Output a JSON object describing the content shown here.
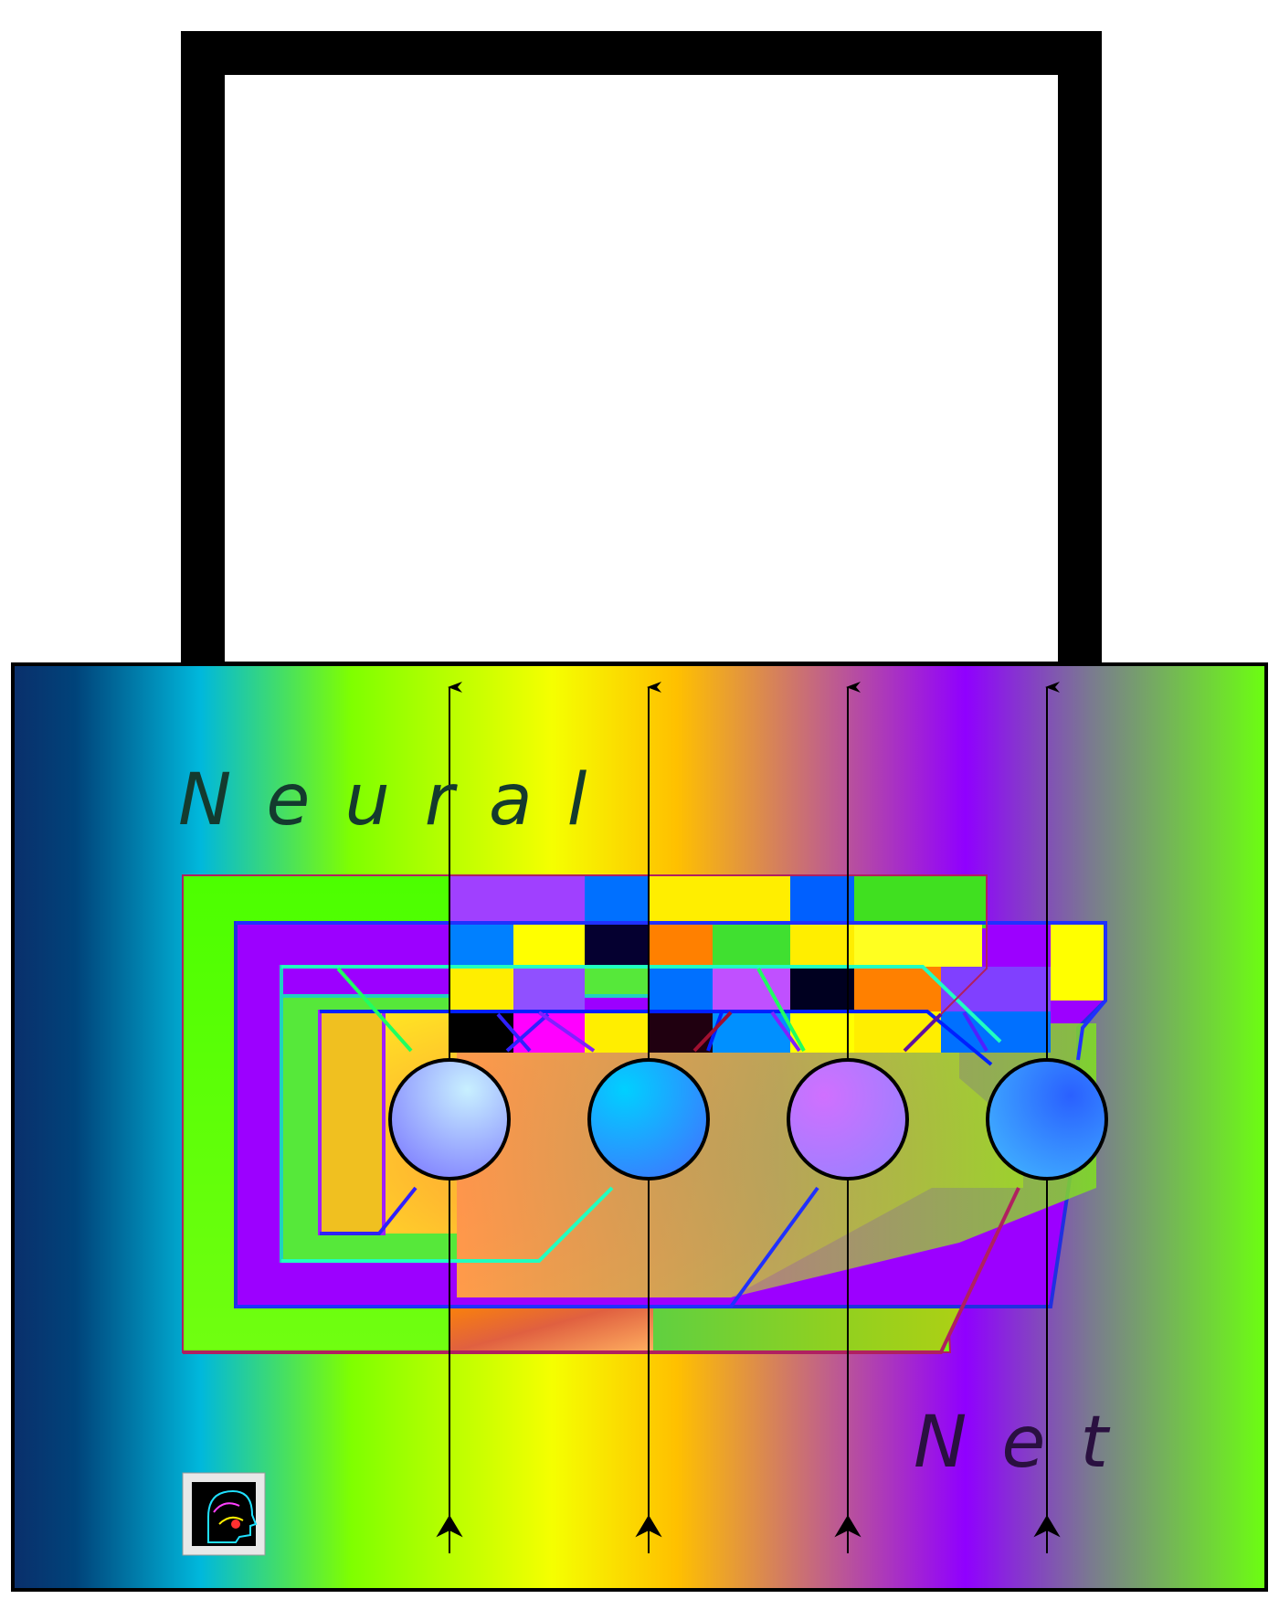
{
  "title": {
    "word1": "Neural",
    "word2": "Net"
  },
  "colors": {
    "frame": "#000000",
    "title_word1": "#143a2e",
    "title_word2": "#2a1040",
    "node_stroke": "#000000",
    "axon": "#000000"
  },
  "background_gradient": [
    {
      "color": "#0a2f6b",
      "stop": 0.0
    },
    {
      "color": "#00437a",
      "stop": 0.05
    },
    {
      "color": "#00b8dc",
      "stop": 0.15
    },
    {
      "color": "#7fff00",
      "stop": 0.27
    },
    {
      "color": "#f5ff00",
      "stop": 0.43
    },
    {
      "color": "#ffc000",
      "stop": 0.53
    },
    {
      "color": "#c0608a",
      "stop": 0.65
    },
    {
      "color": "#9000ff",
      "stop": 0.76
    },
    {
      "color": "#7a7a90",
      "stop": 0.86
    },
    {
      "color": "#6cff10",
      "stop": 1.0
    }
  ],
  "nodes": [
    {
      "name": "neuron-1",
      "fill_a": "#c8f0ff",
      "fill_b": "#8080ff"
    },
    {
      "name": "neuron-2",
      "fill_a": "#00d0ff",
      "fill_b": "#3a7cff"
    },
    {
      "name": "neuron-3",
      "fill_a": "#d070ff",
      "fill_b": "#9a80ff"
    },
    {
      "name": "neuron-4",
      "fill_a": "#2a60ff",
      "fill_b": "#40b0ff"
    }
  ],
  "icons": {
    "logo": "brain-head-icon"
  }
}
